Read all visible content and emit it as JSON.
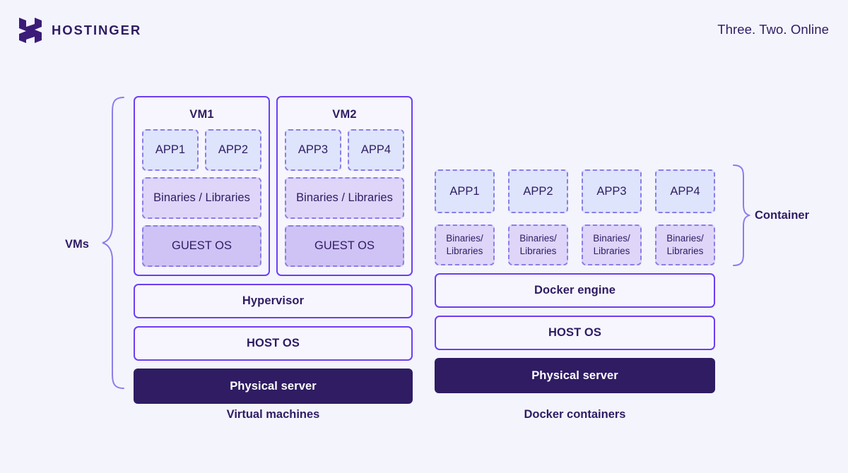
{
  "header": {
    "brand_name": "HOSTINGER",
    "logo_icon": "hostinger-h-logo-icon",
    "tagline": "Three. Two. Online"
  },
  "colors": {
    "page_background": "#f4f4fd",
    "accent_purple": "#6c3ef4",
    "dark_purple": "#2f1c63",
    "dashed_border": "#8b7de8",
    "app_fill": "#dde4fb",
    "binaries_fill": "#ded5f9",
    "guest_os_fill": "#cfc2f5",
    "box_fill": "#f7f6fe",
    "brace_stroke": "#8b7de8"
  },
  "left_column": {
    "group_label": "VMs",
    "caption": "Virtual machines",
    "vms": [
      {
        "title": "VM1",
        "apps": [
          "APP1",
          "APP2"
        ],
        "binaries": "Binaries / Libraries",
        "guest_os": "GUEST OS"
      },
      {
        "title": "VM2",
        "apps": [
          "APP3",
          "APP4"
        ],
        "binaries": "Binaries / Libraries",
        "guest_os": "GUEST OS"
      }
    ],
    "bars": [
      "Hypervisor",
      "HOST OS"
    ],
    "physical_server": "Physical server"
  },
  "right_column": {
    "group_label": "Container",
    "caption": "Docker containers",
    "containers": [
      {
        "app": "APP1",
        "binaries": "Binaries/\nLibraries"
      },
      {
        "app": "APP2",
        "binaries": "Binaries/\nLibraries"
      },
      {
        "app": "APP3",
        "binaries": "Binaries/\nLibraries"
      },
      {
        "app": "APP4",
        "binaries": "Binaries/\nLibraries"
      }
    ],
    "bars": [
      "Docker engine",
      "HOST OS"
    ],
    "physical_server": "Physical server"
  }
}
